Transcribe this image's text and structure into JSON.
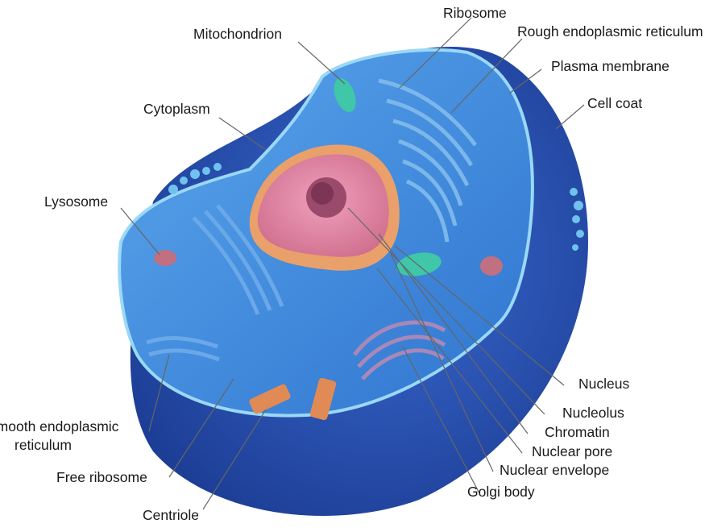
{
  "labels": {
    "ribosome": "Ribosome",
    "mitochondrion": "Mitochondrion",
    "rough_er": "Rough endoplasmic reticulum",
    "plasma_membrane": "Plasma membrane",
    "cell_coat": "Cell coat",
    "cytoplasm": "Cytoplasm",
    "lysosome": "Lysosome",
    "smooth_er_line1": "Smooth endoplasmic",
    "smooth_er_line2": "reticulum",
    "free_ribosome": "Free ribosome",
    "centriole": "Centriole",
    "nucleus": "Nucleus",
    "nucleolus": "Nucleolus",
    "chromatin": "Chromatin",
    "nuclear_pore": "Nuclear pore",
    "nuclear_envelope": "Nuclear envelope",
    "golgi_body": "Golgi body"
  },
  "colors": {
    "cell_body": "#2a55b8",
    "cell_dark": "#1d3f95",
    "cytoplasm_cut": "#3f8fe0",
    "membrane_rim": "#8fd4f5",
    "nucleus_outer": "#e9a06a",
    "nucleus_inner": "#e27aa0",
    "golgi": "#9a7aa8",
    "mitochondrion": "#3fc7a8",
    "centriole": "#e08a55",
    "leader_line": "#666666"
  }
}
